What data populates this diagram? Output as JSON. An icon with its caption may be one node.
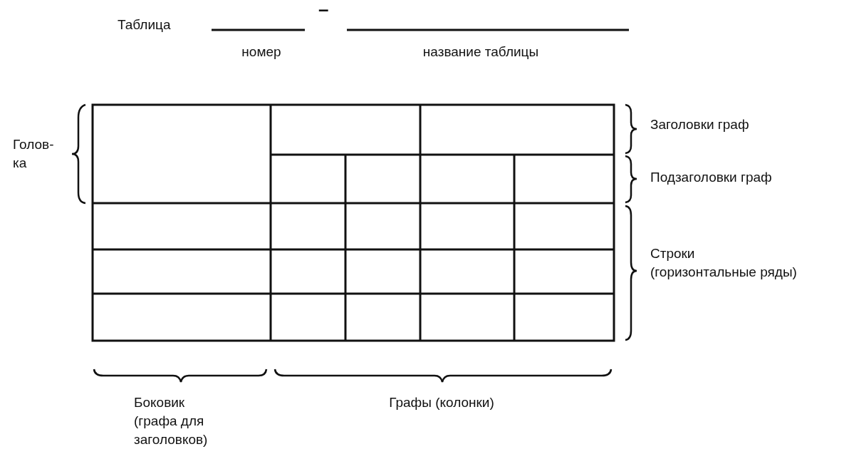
{
  "diagram": {
    "labels": [
      "Таблица",
      "–",
      "номер",
      "название таблицы",
      "Голов- ка",
      "Заголовки граф",
      "Подзаголовки граф",
      "Строки (горизонтальные ряды)",
      "Боковик (графа для заголовков)",
      "Графы (колонки)"
    ]
  }
}
